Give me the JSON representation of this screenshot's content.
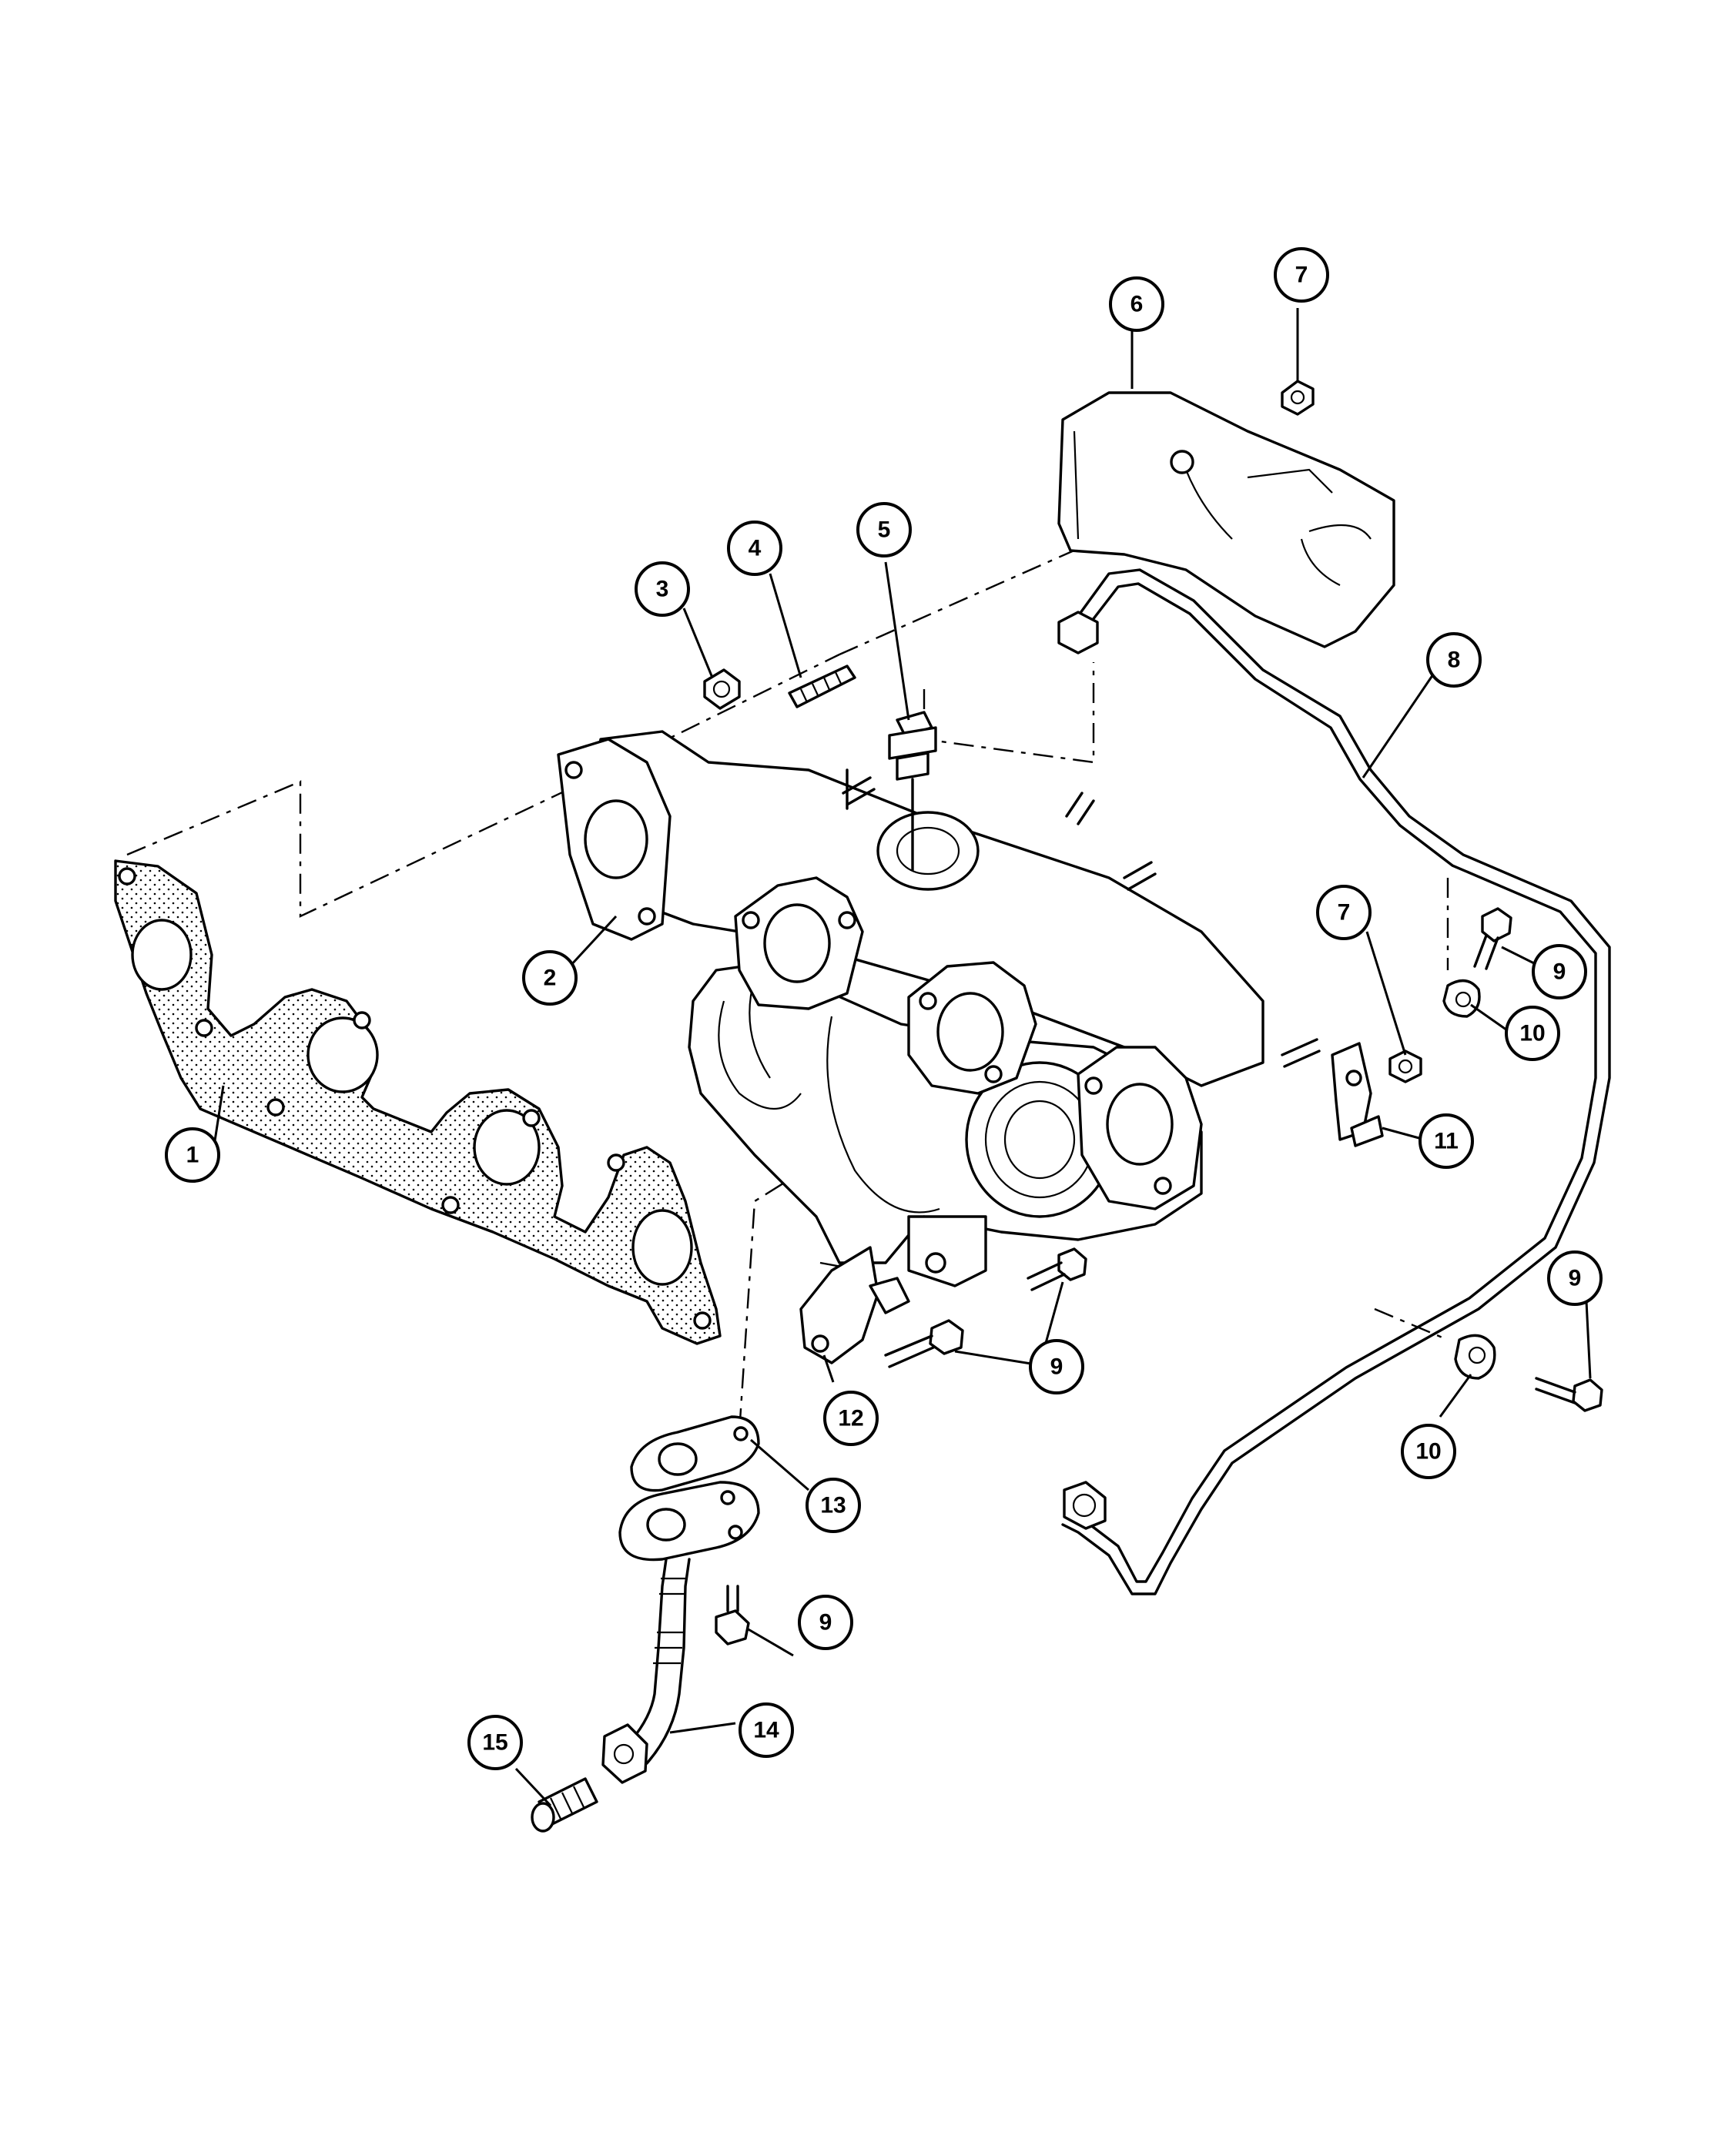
{
  "callouts": [
    {
      "id": "c1",
      "label": "1"
    },
    {
      "id": "c2",
      "label": "2"
    },
    {
      "id": "c3",
      "label": "3"
    },
    {
      "id": "c4",
      "label": "4"
    },
    {
      "id": "c5",
      "label": "5"
    },
    {
      "id": "c6",
      "label": "6"
    },
    {
      "id": "c7a",
      "label": "7"
    },
    {
      "id": "c7b",
      "label": "7"
    },
    {
      "id": "c8",
      "label": "8"
    },
    {
      "id": "c9a",
      "label": "9"
    },
    {
      "id": "c9b",
      "label": "9"
    },
    {
      "id": "c9c",
      "label": "9"
    },
    {
      "id": "c9d",
      "label": "9"
    },
    {
      "id": "c10a",
      "label": "10"
    },
    {
      "id": "c10b",
      "label": "10"
    },
    {
      "id": "c11",
      "label": "11"
    },
    {
      "id": "c12",
      "label": "12"
    },
    {
      "id": "c13",
      "label": "13"
    },
    {
      "id": "c14",
      "label": "14"
    },
    {
      "id": "c15",
      "label": "15"
    }
  ]
}
